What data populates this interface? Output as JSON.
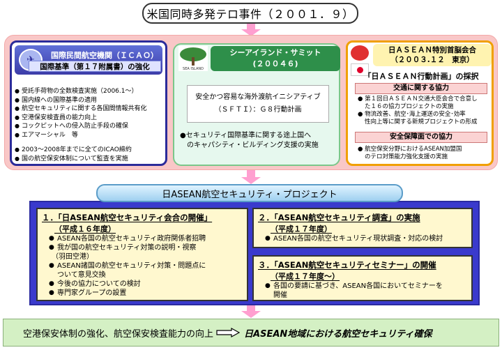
{
  "header": {
    "title": "米国同時多発テロ事件（２００１．９）"
  },
  "icao": {
    "title": "国際民間航空機関（ＩＣＡＯ）",
    "subtitle": "国際基準（第１７附属書）の強化",
    "items": [
      "受託手荷物の全数検査実施（2006.1〜）",
      "国内線への国際基準の適用",
      "航空セキュリティに関する各国間情報共有化",
      "空港保安検査員の能力向上",
      "コックピットへの侵入防止手段の確保",
      "エアマーシャル　等"
    ],
    "note_line1": "2003〜2008年までに全てのICAO締約",
    "note_line2": "国の航空保安体制について監査を実施"
  },
  "sea_island": {
    "title": "シーアイランド・サミット",
    "date": "(２００４６)",
    "logo_text": "SEA ISLAND",
    "box_line1": "安全かつ容易な海外渡航イニシアティブ",
    "box_line2": "（ＳＦＴＩ）：Ｇ８行動計画",
    "note_line1": "●セキュリティ国際基準に関する途上国へ",
    "note_line2": "のキャパシティ・ビルディング支援の実施"
  },
  "asean_summit": {
    "title": "日ＡＳＥＡＮ特別首脳会合",
    "date": "（２００３.１２　東京）",
    "plan": "「日ＡＳＥＡＮ行動計画」の採択",
    "transport_title": "交通に関する協力",
    "transport_items": [
      "第１回日ＡＳＥＡＮ交通大臣会合で合意し",
      "た１６の協力プロジェクトの実施",
      "物流改善、航空･海上運送の安全･効率",
      "性向上等に関する新規プロジェクトの形成"
    ],
    "security_title": "安全保障面での協力",
    "security_items": [
      "航空保安分野におけるASEAN加盟国",
      "のテロ対策能力強化支援の実施"
    ]
  },
  "project": {
    "title": "日ASEAN航空セキュリティ・プロジェクト"
  },
  "section1": {
    "title": "１．「日ASEAN航空セキュリティ会合の開催」",
    "year": "（平成１６年度）",
    "items": [
      "ASEAN各国の航空セキュリティ政府関係者招聘",
      "我が国の航空セキュリティ対策の説明・視察"
    ],
    "sub_note": "（羽田空港）",
    "items2_line1": "ASEAN諸国の航空セキュリティ対策・問題点に",
    "items2_line2": "ついて意見交換",
    "items3": [
      "今後の協力についての検討",
      "専門家グループの設置"
    ]
  },
  "section2": {
    "title": "２．「ASEAN航空セキュリティ調査」の実施",
    "year": "（平成１７年度）",
    "item": "ASEAN各国の航空セキュリティ現状調査・対応の検討"
  },
  "section3": {
    "title": "３．「ASEAN航空セキュリティセミナー」の開催",
    "year": "（平成１７年度〜）",
    "item_line1": "各国の要請に基づき、ASEAN各国においてセミナーを",
    "item_line2": "開催"
  },
  "footer": {
    "text": "空港保安体制の強化、航空保安検査能力の向上",
    "goal": "日ASEAN地域における航空セキュリティ確保"
  }
}
